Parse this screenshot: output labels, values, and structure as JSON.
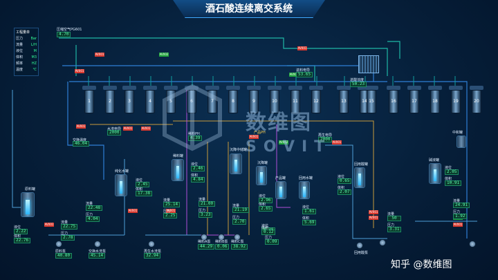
{
  "title": "酒石酸连续离交系统",
  "legend": {
    "header": "工程量单",
    "rows": [
      {
        "k": "压力",
        "u": "Bar"
      },
      {
        "k": "流量",
        "u": "L/H"
      },
      {
        "k": "液位",
        "u": "M"
      },
      {
        "k": "体积",
        "u": "M3"
      },
      {
        "k": "频率",
        "u": "HZ"
      },
      {
        "k": "温度",
        "u": "℃"
      }
    ]
  },
  "compressed_air": {
    "label": "压缩空气PG601",
    "value": "4.70"
  },
  "columns": [
    "1",
    "2",
    "3",
    "4",
    "5",
    "6",
    "7",
    "8",
    "9",
    "10",
    "11",
    "12",
    "13",
    "14",
    "15",
    "16",
    "17",
    "18",
    "19",
    "20"
  ],
  "labels": {
    "water_elec": "水洗电导",
    "water_elec_val": "2000",
    "exchange_temp": "交换温度",
    "exchange_temp_val": "46.04",
    "pure_tank": "纯化水罐",
    "waste_tank": "原料罐",
    "mix_tank": "稀料罐",
    "sed_mid": "沉降中储罐",
    "sed_tank": "沉降罐",
    "product_tank": "产品罐",
    "recycle_tank": "回用水罐",
    "acid_tank": "回用酸罐",
    "alkali_tank": "碱液罐",
    "neutral_tank": "中和罐",
    "feed_ph": "稀料PH",
    "feed_ph_val": "4.39",
    "product_ph": "产品PH",
    "regen_elec": "再生电导",
    "regen_elec_val": "2000",
    "feed_elec": "进料电导",
    "feed_elec_val": "53.65",
    "acid_conc": "进酸浓度",
    "acid_conc_val": "50.23",
    "exch_water_pump": "交换水洗泵",
    "exch_water_pump_val": "45.14",
    "regen_water_pump": "再生水洗泵",
    "regen_water_pump_val": "32.94",
    "feed_pump": "原料泵",
    "feed_pump_val": "40.80",
    "pump_a": "稀料A泵",
    "pump_a_val": "44.29",
    "pump_b": "稀料B泵",
    "pump_b_val": "0.06",
    "pump_c": "稀料C泵",
    "pump_c_val": "38.92",
    "acid_pump": "回用酸泵"
  },
  "readouts": {
    "raw_level": {
      "k": "液位",
      "v": "2.22"
    },
    "raw_vol": {
      "k": "体积",
      "v": "22.76"
    },
    "raw_flow": {
      "k": "流量",
      "v": "22.75"
    },
    "raw_press": {
      "k": "压力",
      "v": "2.78"
    },
    "pure_level": {
      "k": "液位",
      "v": "2.45"
    },
    "pure_vol": {
      "k": "体积",
      "v": "17.38"
    },
    "pure_flow": {
      "k": "流量",
      "v": "22.48"
    },
    "pure_press": {
      "k": "压力",
      "v": "4.04"
    },
    "mix_level": {
      "k": "液位",
      "v": "2.46"
    },
    "mix_vol": {
      "k": "体积",
      "v": "4.84"
    },
    "mix_flow": {
      "k": "流量",
      "v": "25.14"
    },
    "mix_press": {
      "k": "压力",
      "v": "2.25"
    },
    "sedm_flow": {
      "k": "流量",
      "v": "21.00"
    },
    "sedm_press": {
      "k": "压力",
      "v": "3.23"
    },
    "sed_flow2": {
      "k": "流量",
      "v": "21.19"
    },
    "sed_press2": {
      "k": "压力",
      "v": "2.70"
    },
    "sed_level": {
      "k": "液位",
      "v": "2.96"
    },
    "sed_vol": {
      "k": "体积",
      "v": "2.65"
    },
    "prod_level": {
      "k": "液位",
      "v": "0.38"
    },
    "prod_vol": {
      "k": "体积",
      "v": "0.12"
    },
    "prod_press": {
      "k": "压力",
      "v": "0.09"
    },
    "rec_level": {
      "k": "液位",
      "v": "1.61"
    },
    "rec_vol": {
      "k": "体积",
      "v": "5.69"
    },
    "acid_level": {
      "k": "液位",
      "v": "0.65"
    },
    "acid_vol": {
      "k": "体积",
      "v": "2.07"
    },
    "acid_flow": {
      "k": "流量",
      "v": "50"
    },
    "acid_press": {
      "k": "压力",
      "v": "3.31"
    },
    "alk_level": {
      "k": "液位",
      "v": "2.05"
    },
    "alk_vol": {
      "k": "体积",
      "v": "10.91"
    },
    "alk_flow": {
      "k": "流量",
      "v": "24.91"
    },
    "alk_press": {
      "k": "压力",
      "v": "1.92"
    }
  },
  "alarms": {
    "red": "AV001",
    "green": "AV002"
  },
  "watermark": {
    "text": "数维图",
    "sub": "SOVIT"
  },
  "footer": "知乎 @数维图"
}
